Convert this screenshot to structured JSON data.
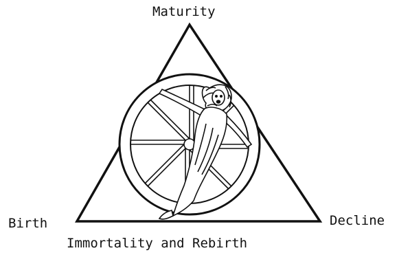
{
  "labels": {
    "top": "Maturity",
    "left": "Birth",
    "right": "Decline",
    "bottom": "Immortality and Rebirth"
  },
  "illustration": {
    "description_icon": "wheel-of-fortune-woman-illustration"
  },
  "colors": {
    "ink": "#111111",
    "background": "#ffffff"
  }
}
